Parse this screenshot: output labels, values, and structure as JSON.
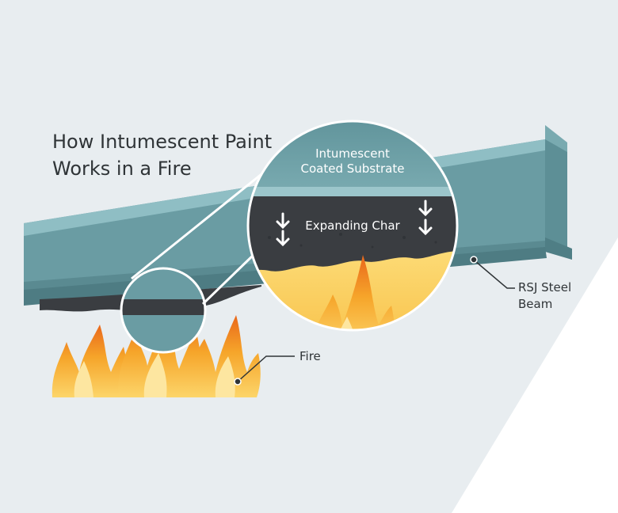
{
  "title_line1": "How Intumescent Paint",
  "title_line2": "Works in a Fire",
  "callouts": {
    "substrate_line1": "Intumescent",
    "substrate_line2": "Coated Substrate",
    "char": "Expanding Char",
    "beam_line1": "RSJ Steel",
    "beam_line2": "Beam",
    "fire": "Fire"
  },
  "colors": {
    "background": "#e8edf0",
    "steel": "#6a9ca3",
    "steel_light": "#8fbec4",
    "char": "#3a3d41",
    "fire_orange": "#f39a1f",
    "fire_yellow": "#fcd56a",
    "text": "#2f3437"
  },
  "icons": [
    "down-arrow-icon",
    "fire-icon",
    "magnifier-circle"
  ]
}
